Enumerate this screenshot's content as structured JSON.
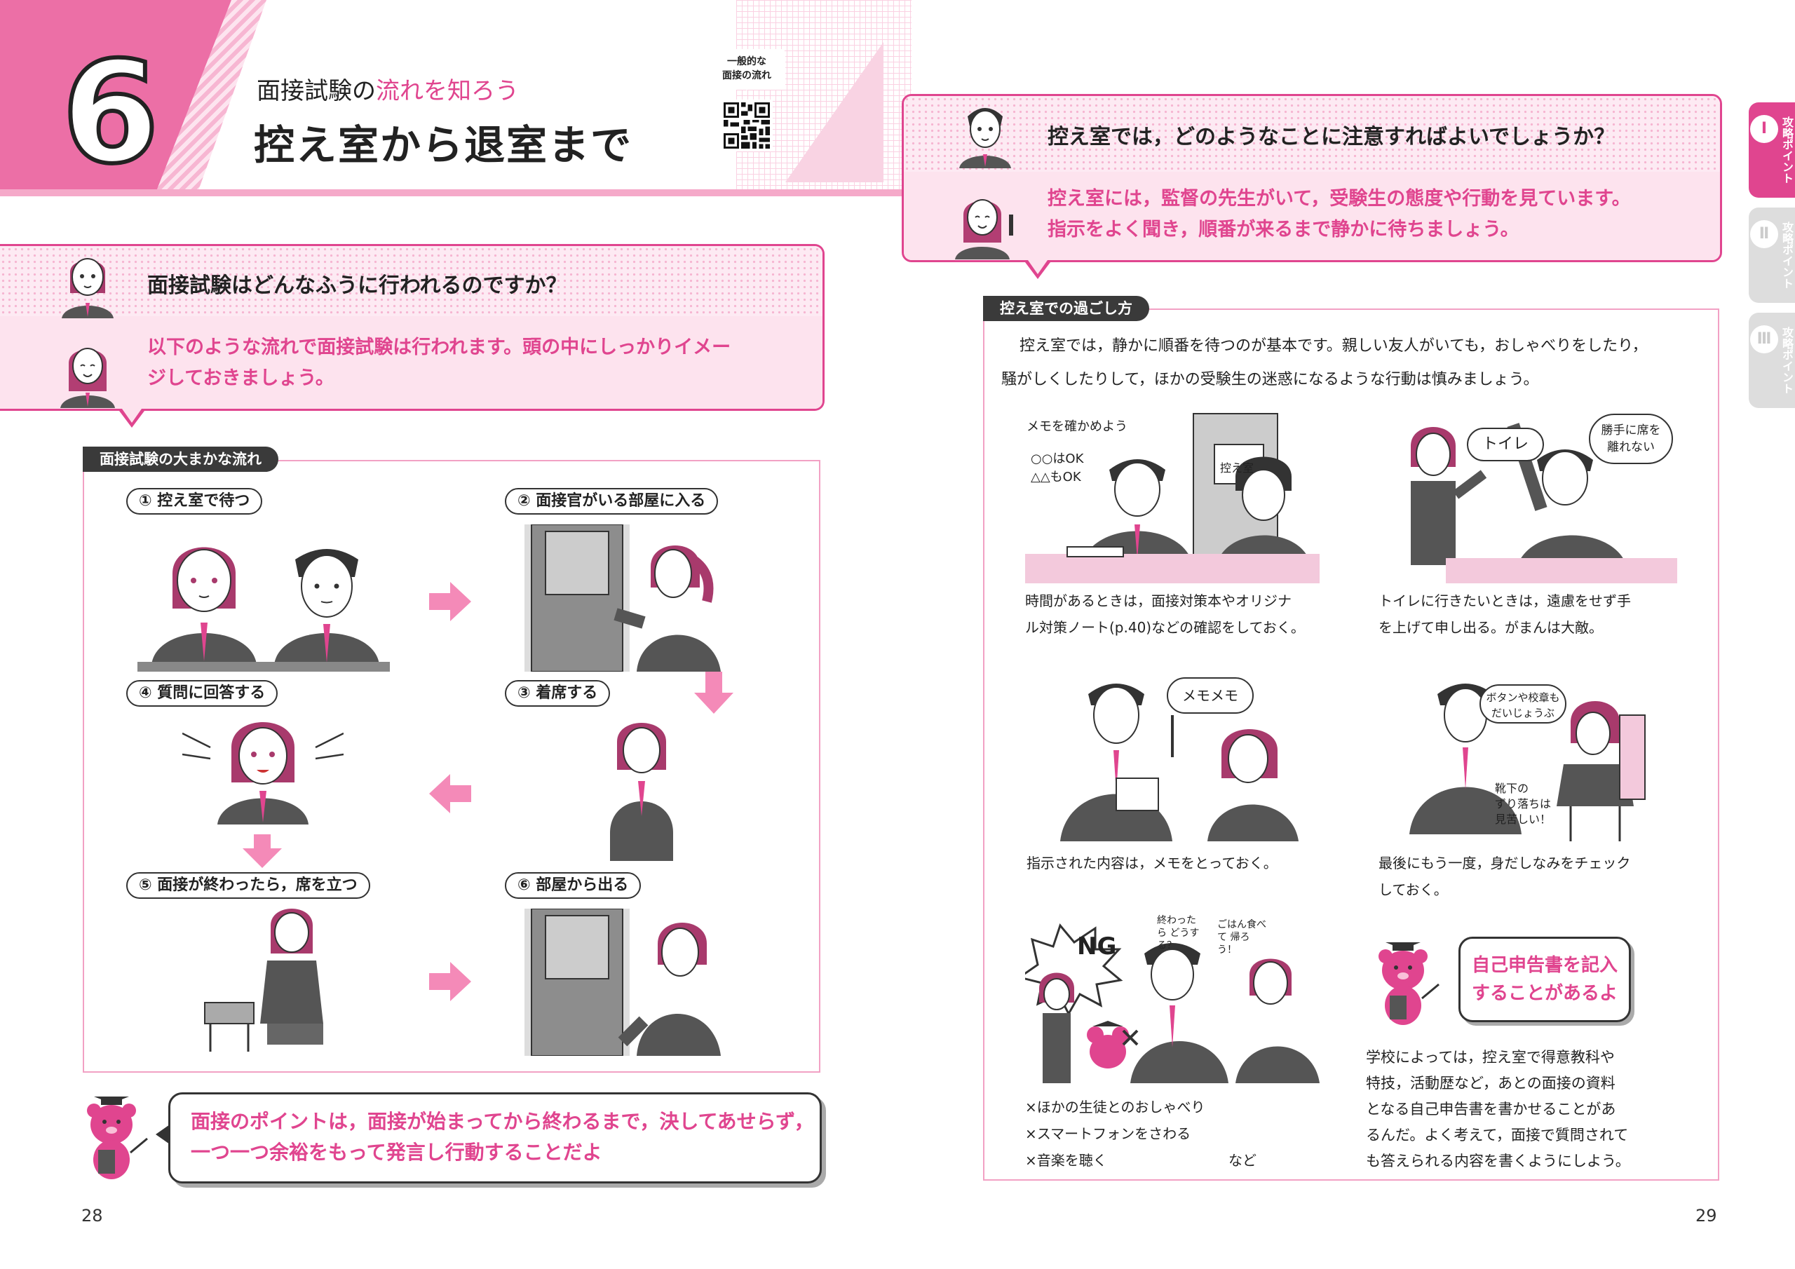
{
  "header": {
    "chapter_number": "6",
    "subtitle_plain": "面接試験の",
    "subtitle_pink": "流れを知ろう",
    "title": "控え室から退室まで",
    "qr_label_line1": "一般的な",
    "qr_label_line2": "面接の流れ"
  },
  "left_qa": {
    "question": "面接試験はどんなふうに行われるのですか？",
    "answer_line1": "以下のような流れで面接試験は行われます。頭の中にしっかりイメー",
    "answer_line2": "ジしておきましょう。"
  },
  "flow": {
    "label": "面接試験の大まかな流れ",
    "steps": [
      "① 控え室で待つ",
      "② 面接官がいる部屋に入る",
      "③ 着席する",
      "④ 質問に回答する",
      "⑤ 面接が終わったら，席を立つ",
      "⑥ 部屋から出る"
    ]
  },
  "left_tip": {
    "line1": "面接のポイントは，面接が始まってから終わるまで，決してあせらず，",
    "line2": "一つ一つ余裕をもって発言し行動することだよ"
  },
  "right_qa": {
    "question": "控え室では，どのようなことに注意すればよいでしょうか？",
    "answer_line1": "控え室には，監督の先生がいて，受験生の態度や行動を見ています。",
    "answer_line2": "指示をよく聞き，順番が来るまで静かに待ちましょう。"
  },
  "waiting": {
    "label": "控え室での過ごし方",
    "intro_line1": "控え室では，静かに順番を待つのが基本です。親しい友人がいても，おしゃべりをしたり，",
    "intro_line2": "騒がしくしたりして，ほかの受験生の迷惑になるような行動は慎みましょう。",
    "scene1": {
      "bubble": "メモを確かめよう",
      "memo1": "○○はOK",
      "memo2": "△△もOK",
      "door_sign": "控え室",
      "cap1": "時間があるときは，面接対策本やオリジナ",
      "cap2": "ル対策ノート(p.40)などの確認をしておく。"
    },
    "scene2": {
      "bubble": "トイレ",
      "bubble2_line1": "勝手に席を",
      "bubble2_line2": "離れない",
      "cap1": "トイレに行きたいときは，遠慮をせず手",
      "cap2": "を上げて申し出る。がまんは大敵。"
    },
    "scene3": {
      "bubble": "メモメモ",
      "cap1": "指示された内容は，メモをとっておく。"
    },
    "scene4": {
      "bubble_line1": "ボタンや校章も",
      "bubble_line2": "だいじょうぶ",
      "note_line1": "靴下の",
      "note_line2": "ずり落ちは",
      "note_line3": "見苦しい！",
      "cap1": "最後にもう一度，身だしなみをチェック",
      "cap2": "しておく。"
    },
    "scene5": {
      "ng": "NG",
      "chat1": "終わったら どうする？",
      "chat2": "ごはん食べて 帰ろう！",
      "list": [
        "×ほかの生徒とのおしゃべり",
        "×スマートフォンをさわる",
        "×音楽を聴く"
      ],
      "etc": "など"
    },
    "note": {
      "bubble_line1": "自己申告書を記入",
      "bubble_line2": "することがあるよ",
      "text": [
        "学校によっては，控え室で得意教科や",
        "特技，活動歴など，あとの面接の資料",
        "となる自己申告書を書かせることがあ",
        "るんだ。よく考えて，面接で質問されて",
        "も答えられる内容を書くようにしよう。"
      ]
    }
  },
  "tabs": [
    {
      "label": "攻略ポイント",
      "roman": "Ⅰ",
      "active": true
    },
    {
      "label": "攻略ポイント",
      "roman": "Ⅱ",
      "active": false
    },
    {
      "label": "攻略ポイント",
      "roman": "Ⅲ",
      "active": false
    }
  ],
  "page_left": "28",
  "page_right": "29",
  "colors": {
    "accent": "#e0458f",
    "light_pink": "#fde3ee",
    "header_pink": "#ec6fa6"
  }
}
